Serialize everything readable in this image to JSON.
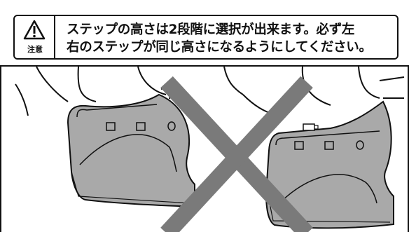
{
  "notice": {
    "icon": "warning-triangle-icon",
    "icon_label": "注意",
    "line1": "ステップの高さは2段階に選択が出来ます。必ず左",
    "line2": "右のステップが同じ高さになるようにしてください。"
  },
  "illustration": {
    "left_step": "step-normal-position",
    "right_step": "step-raised-position",
    "mark": "x-mark-icon",
    "colors": {
      "step_fill": "#a9a9a9",
      "outline": "#111111",
      "x_mark": "#7a7a7a"
    }
  }
}
